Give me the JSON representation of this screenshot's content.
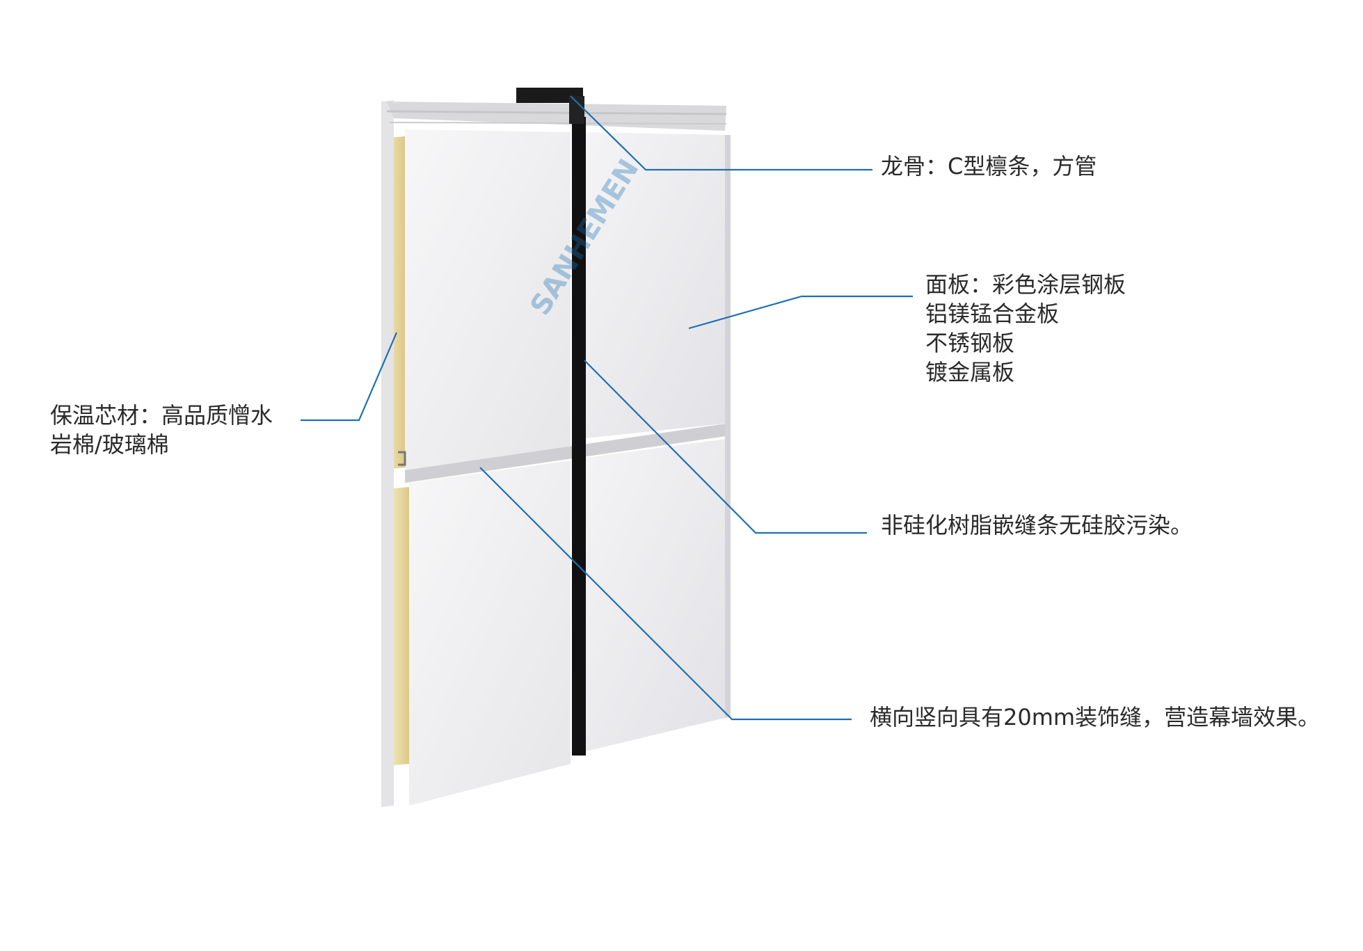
{
  "diagram": {
    "colors": {
      "leader_line": "#1e6fb3",
      "panel_face": "#f1f1f3",
      "panel_shadow": "#dcdcdf",
      "insulation": "#e8d9a0",
      "seal_strip": "#111111",
      "watermark": "#1e6fb3"
    },
    "watermark": {
      "text": "SANHEMEN"
    },
    "labels": {
      "keel": "龙骨：C型檩条，方管",
      "panel": {
        "line1": "面板：彩色涂层钢板",
        "line2": "铝镁锰合金板",
        "line3": "不锈钢板",
        "line4": "镀金属板"
      },
      "insulation": {
        "line1": "保温芯材：高品质憎水",
        "line2": "岩棉/玻璃棉"
      },
      "seal": "非硅化树脂嵌缝条无硅胶污染。",
      "seam": "横向竖向具有20mm装饰缝，营造幕墙效果。"
    }
  }
}
